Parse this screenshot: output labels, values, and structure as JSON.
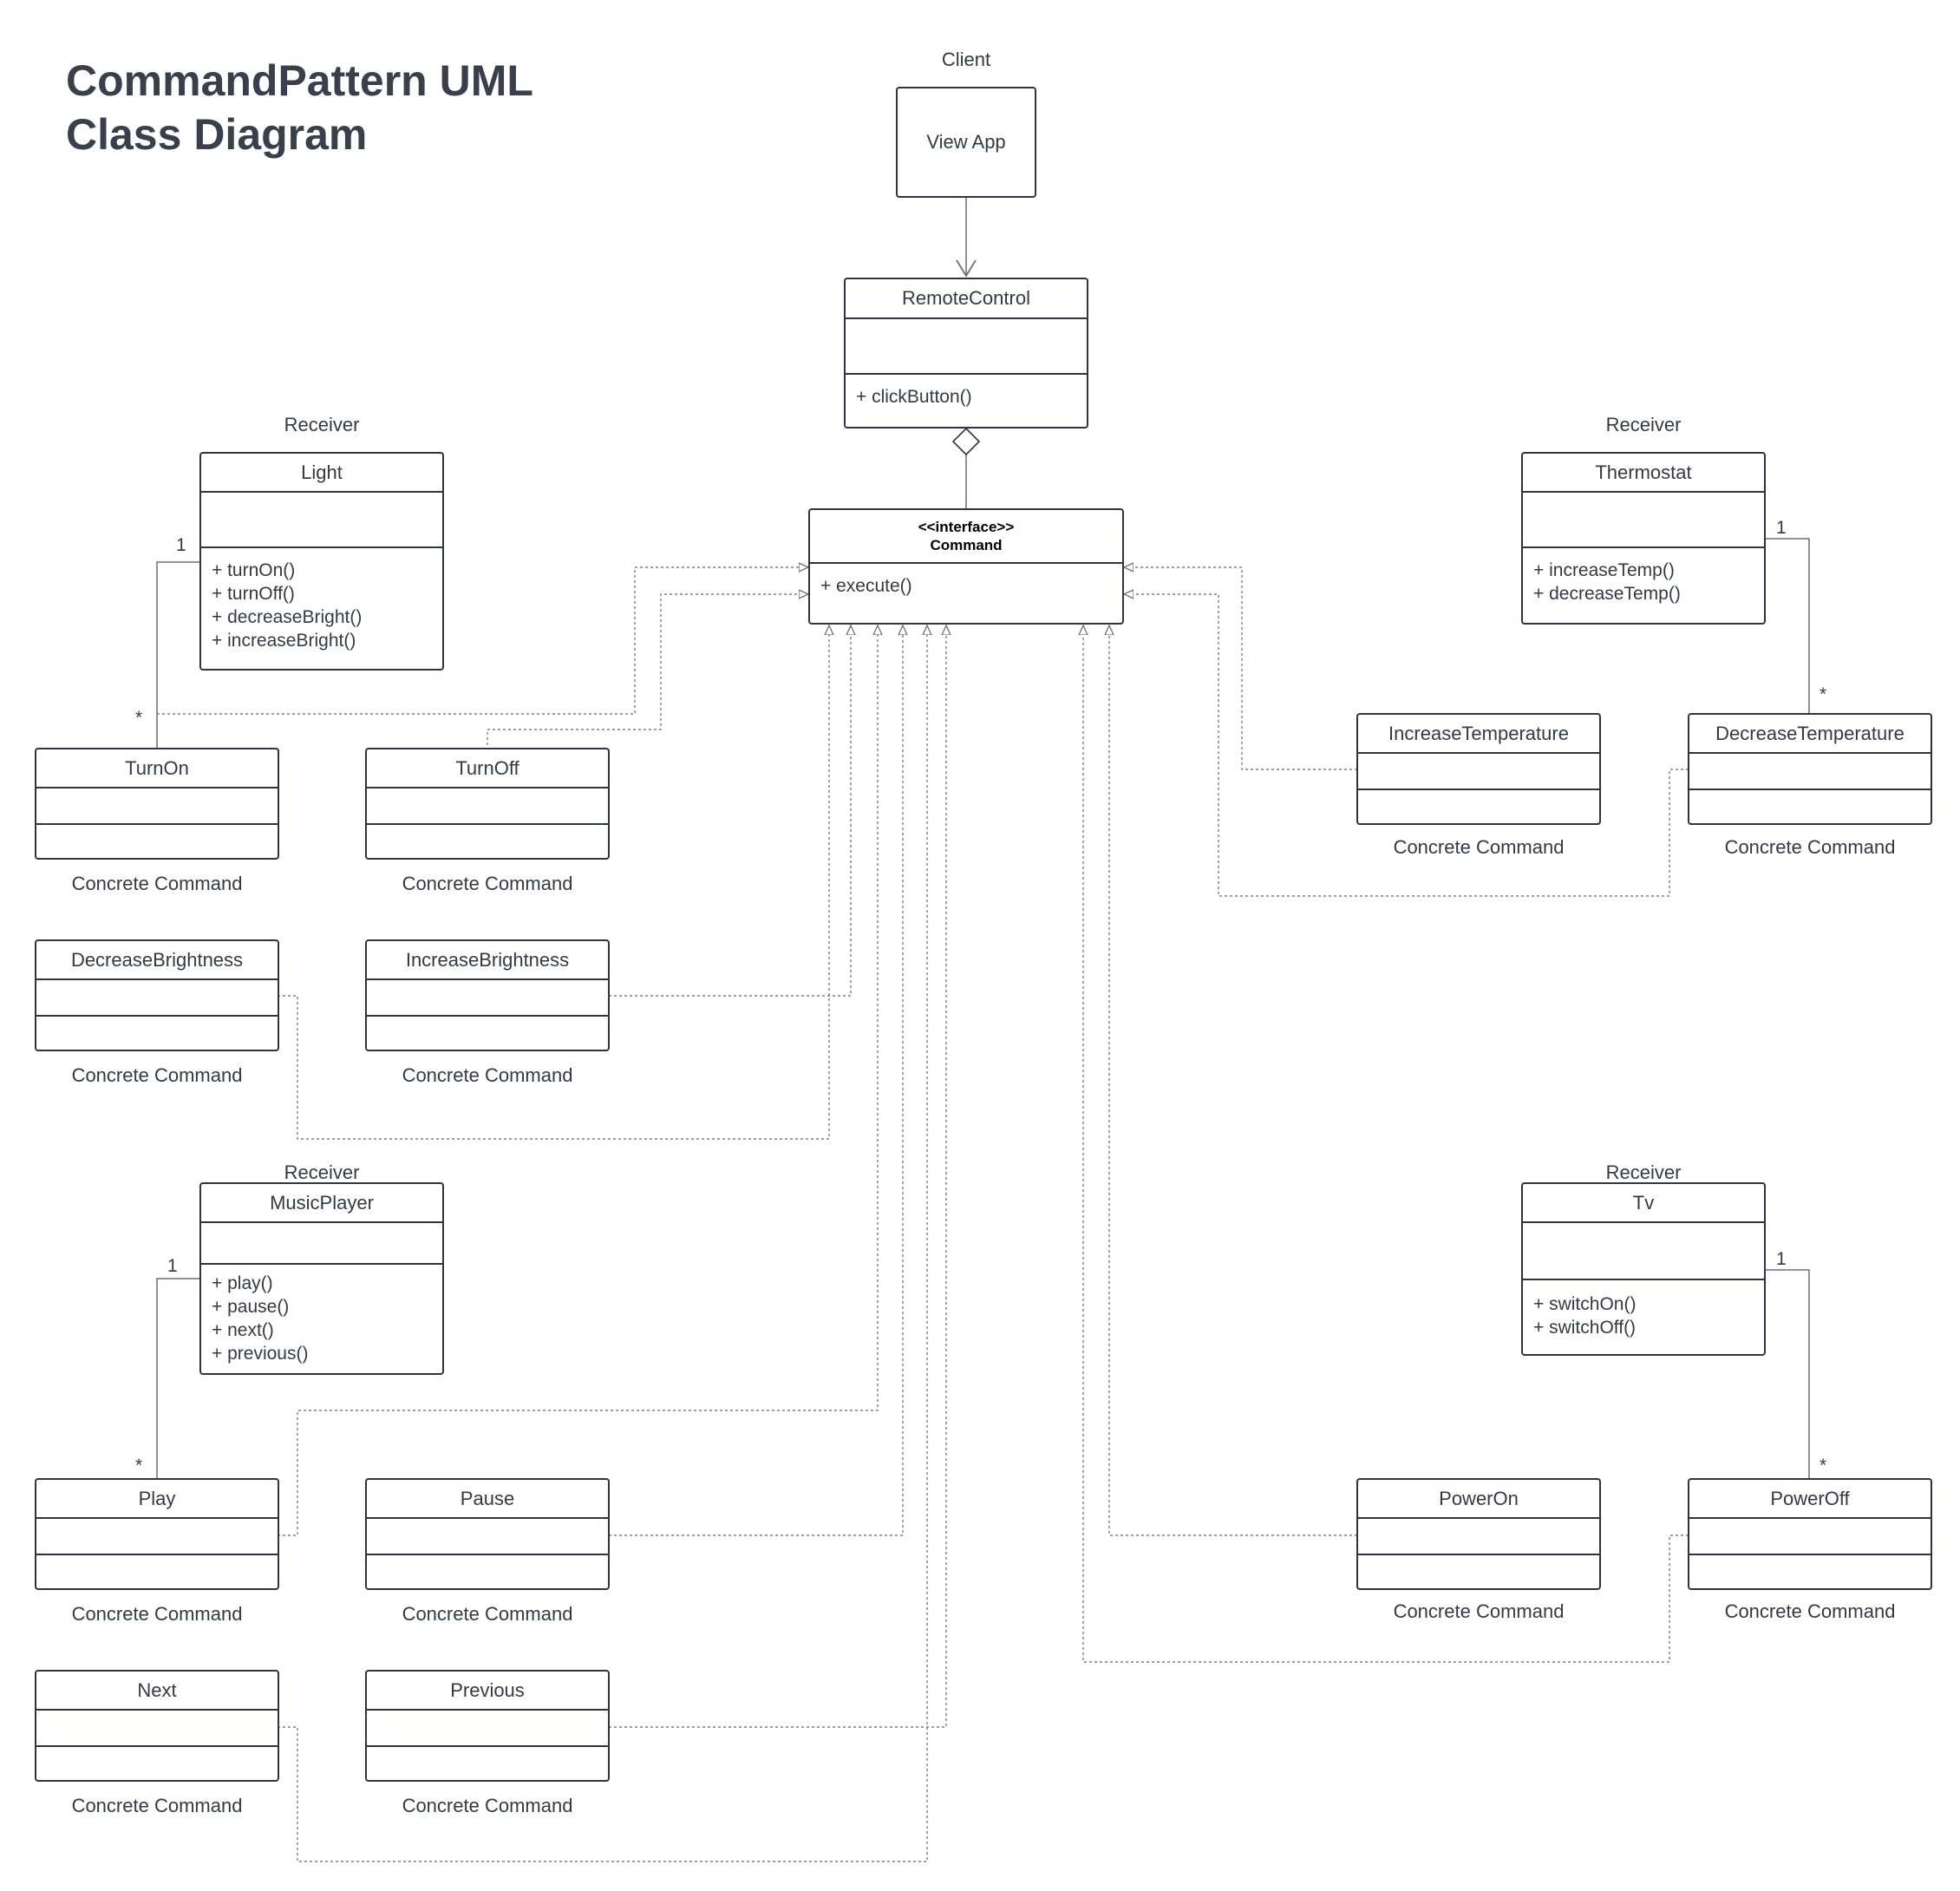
{
  "title": {
    "line1": "CommandPattern UML",
    "line2": "Class Diagram"
  },
  "client": {
    "label": "Client",
    "box": "View App"
  },
  "remote": {
    "name": "RemoteControl",
    "op": "+ clickButton()"
  },
  "iface": {
    "stereotype": "<<interface>>",
    "name": "Command",
    "op": "+ execute()"
  },
  "receivers": {
    "light": {
      "label": "Receiver",
      "name": "Light",
      "ops": [
        "+ turnOn()",
        "+ turnOff()",
        "+ decreaseBright()",
        "+ increaseBright()"
      ]
    },
    "thermostat": {
      "label": "Receiver",
      "name": "Thermostat",
      "ops": [
        "+ increaseTemp()",
        "+ decreaseTemp()"
      ]
    },
    "music": {
      "label": "Receiver",
      "name": "MusicPlayer",
      "ops": [
        "+ play()",
        "+ pause()",
        "+ next()",
        "+ previous()"
      ]
    },
    "tv": {
      "label": "Receiver",
      "name": "Tv",
      "ops": [
        "+ switchOn()",
        "+ switchOff()"
      ]
    }
  },
  "commands": {
    "turnOn": "TurnOn",
    "turnOff": "TurnOff",
    "decBright": "DecreaseBrightness",
    "incBright": "IncreaseBrightness",
    "incTemp": "IncreaseTemperature",
    "decTemp": "DecreaseTemperature",
    "play": "Play",
    "pause": "Pause",
    "next": "Next",
    "previous": "Previous",
    "powerOn": "PowerOn",
    "powerOff": "PowerOff"
  },
  "concrete_label": "Concrete Command",
  "multiplicity": {
    "one": "1",
    "many": "*"
  }
}
